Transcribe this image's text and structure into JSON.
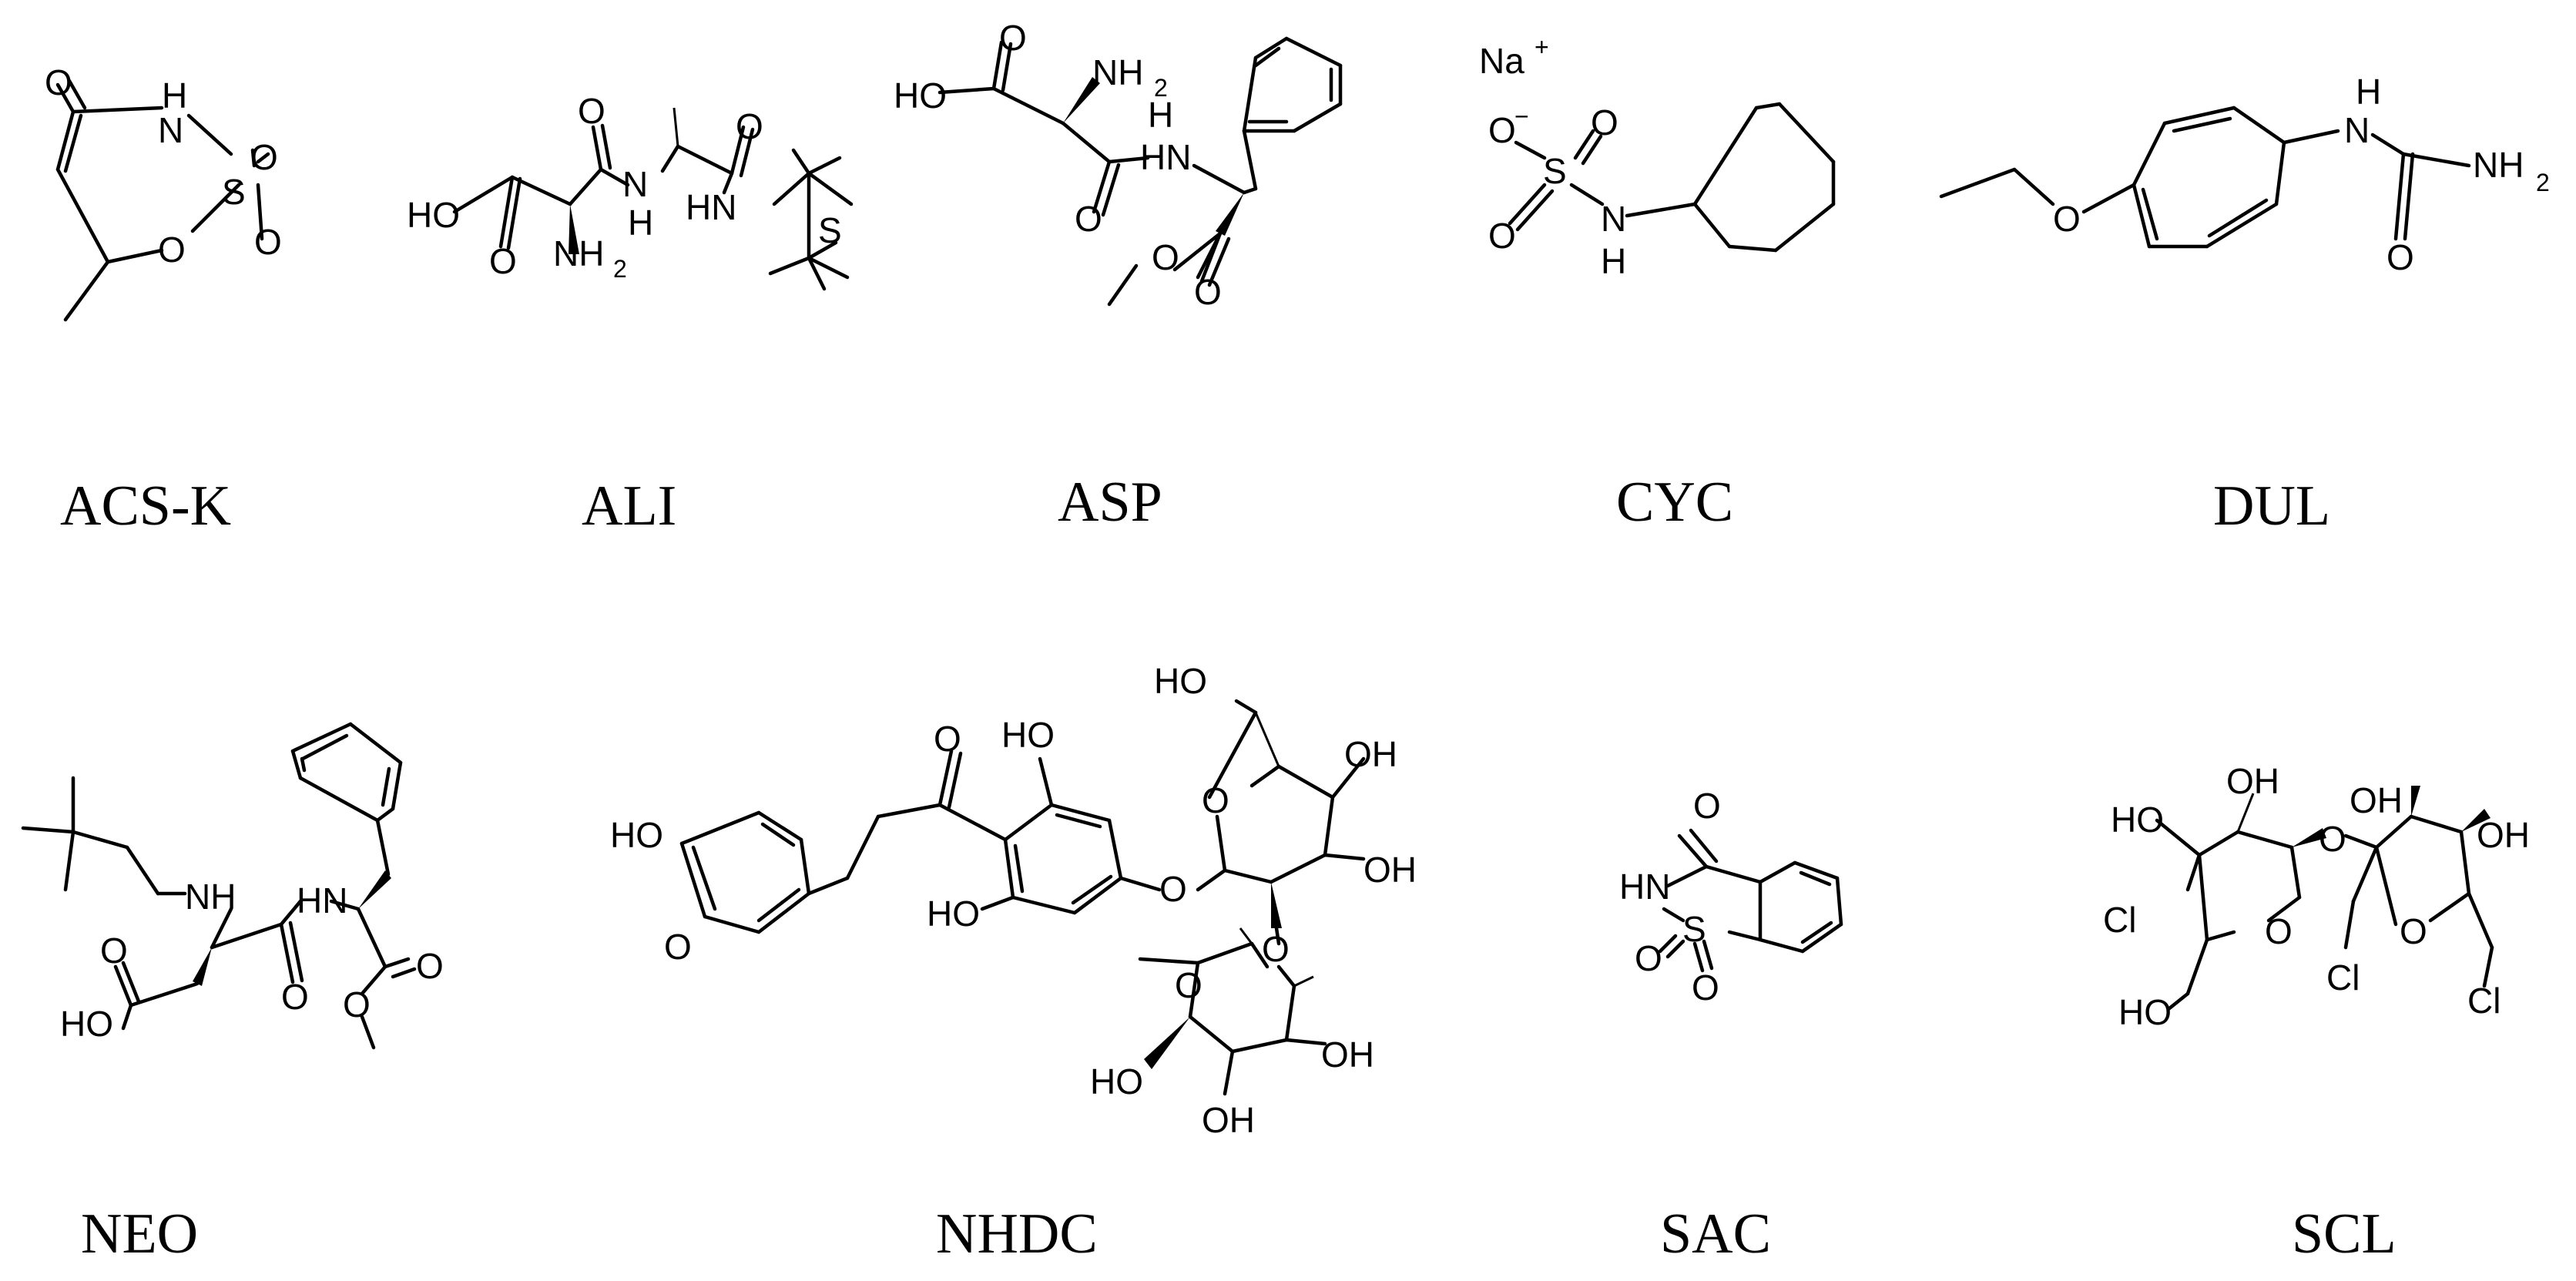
{
  "compounds": [
    {
      "id": "ACS-K",
      "label": "ACS-K"
    },
    {
      "id": "ALI",
      "label": "ALI"
    },
    {
      "id": "ASP",
      "label": "ASP"
    },
    {
      "id": "CYC",
      "label": "CYC"
    },
    {
      "id": "DUL",
      "label": "DUL"
    },
    {
      "id": "NEO",
      "label": "NEO"
    },
    {
      "id": "NHDC",
      "label": "NHDC"
    },
    {
      "id": "SAC",
      "label": "SAC"
    },
    {
      "id": "SCL",
      "label": "SCL"
    }
  ],
  "atom_labels": {
    "O": "O",
    "H": "H",
    "N": "N",
    "S": "S",
    "Cl": "Cl",
    "HN": "HN",
    "NH": "NH",
    "NH2": "NH",
    "sub2": "2",
    "HO": "HO",
    "OH": "OH",
    "Na": "Na",
    "plus": "+",
    "minus": "−"
  },
  "colors": {
    "ink": "#000000",
    "background": "#ffffff"
  }
}
